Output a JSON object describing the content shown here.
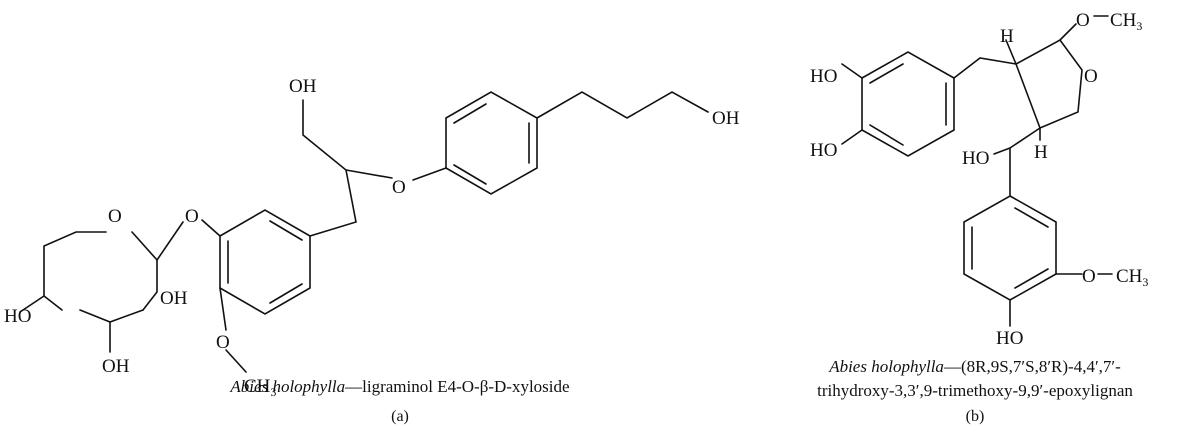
{
  "panel_a": {
    "labels": {
      "oh_top": "OH",
      "oh_right": "OH",
      "o_ether": "O",
      "o_glyco": "O",
      "o_ring": "O",
      "oh_left": "HO",
      "oh_mid": "OH",
      "oh_bottom": "OH",
      "o_methoxy": "O",
      "ch3": "CH",
      "ch3_sub": "3"
    },
    "caption_species": "Abies holophylla",
    "caption_compound": "—ligraminol E4-O-β-D-xyloside",
    "panel_label": "(a)"
  },
  "panel_b": {
    "labels": {
      "o_top": "O",
      "ch3_top": "CH",
      "ch3_top_sub": "3",
      "o_ring": "O",
      "h_upper": "H",
      "h_lower": "H",
      "ho_upper": "HO",
      "ho_lower": "HO",
      "ho_mid": "HO",
      "o_methoxy": "O",
      "ch3_bottom": "CH",
      "ch3_bottom_sub": "3",
      "ho_bottom": "HO"
    },
    "caption_species": "Abies holophylla",
    "caption_line1": "—(8R,9S,7′S,8′R)-4,4′,7′-",
    "caption_line2": "trihydroxy-3,3′,9-trimethoxy-9,9′-epoxylignan",
    "panel_label": "(b)"
  }
}
